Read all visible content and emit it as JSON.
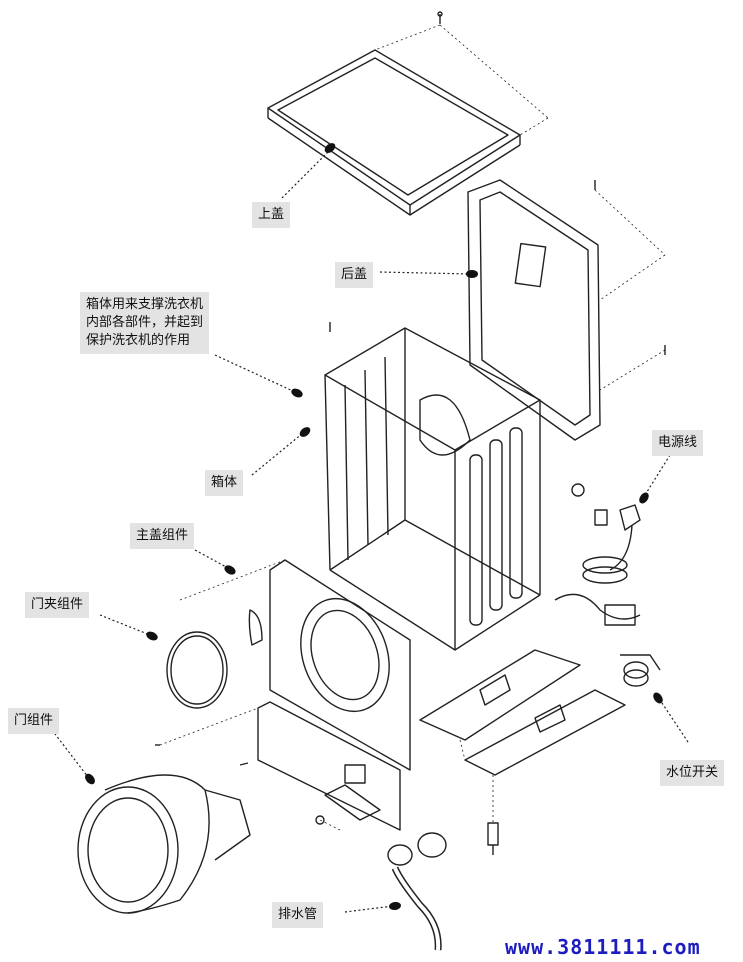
{
  "labels": {
    "top_cover": "上盖",
    "back_cover": "后盖",
    "cabinet_desc": "箱体用来支撑洗衣机\n内部各部件，并起到\n保护洗衣机的作用",
    "cabinet": "箱体",
    "power_cord": "电源线",
    "main_cover_assembly": "主盖组件",
    "door_clamp_assembly": "门夹组件",
    "door_assembly": "门组件",
    "water_level_switch": "水位开关",
    "drain_pipe": "排水管"
  },
  "watermark": "www.3811111.com",
  "colors": {
    "label_bg": "#e3e3e3",
    "line": "#222222",
    "watermark": "#1d1dbf"
  }
}
